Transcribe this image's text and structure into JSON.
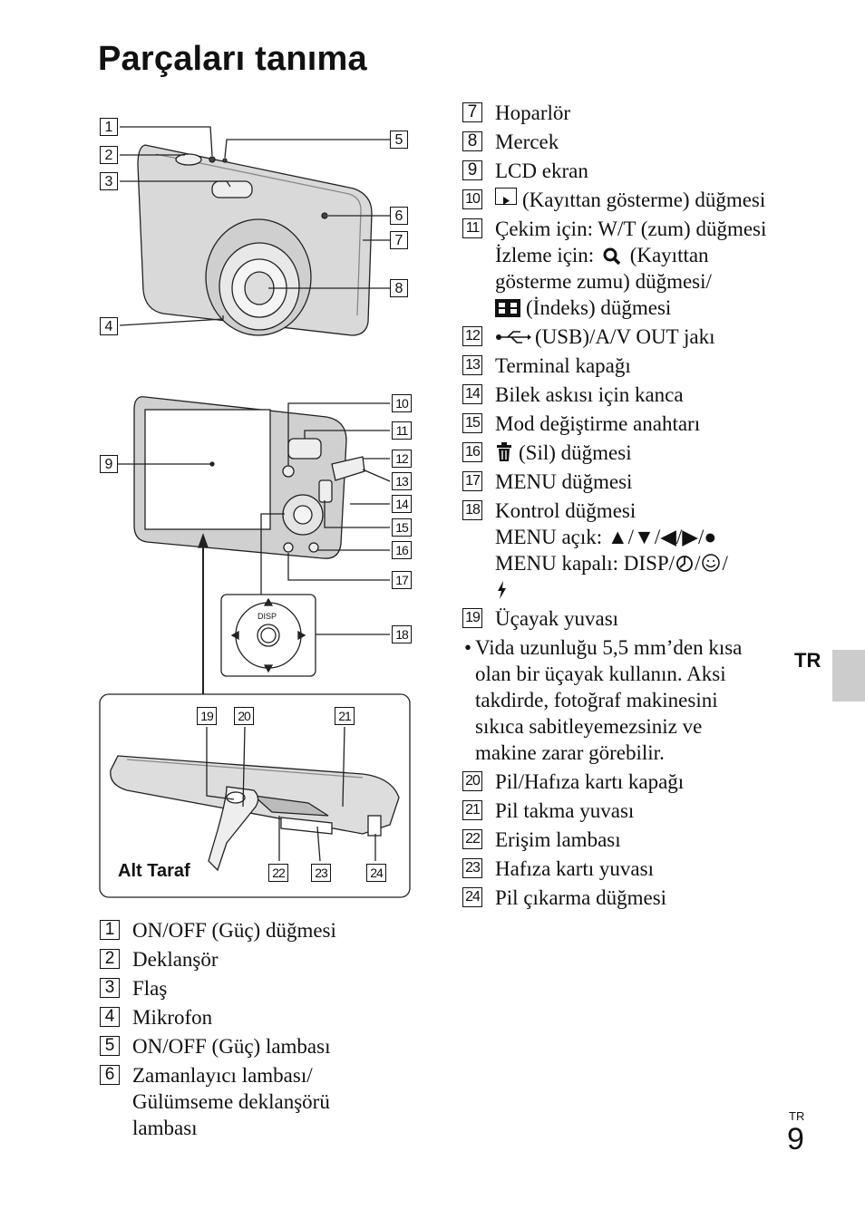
{
  "page": {
    "title": "Parçaları tanıma",
    "lang_tab": "TR",
    "page_lang": "TR",
    "page_number": "9"
  },
  "figure": {
    "bottom_label": "Alt Taraf",
    "disp_label": "DISP",
    "callouts": [
      "1",
      "2",
      "3",
      "4",
      "5",
      "6",
      "7",
      "8",
      "9",
      "10",
      "11",
      "12",
      "13",
      "14",
      "15",
      "16",
      "17",
      "18",
      "19",
      "20",
      "21",
      "22",
      "23",
      "24"
    ]
  },
  "left_list": [
    {
      "n": "1",
      "text": "ON/OFF (Güç) düğmesi"
    },
    {
      "n": "2",
      "text": "Deklanşör"
    },
    {
      "n": "3",
      "text": "Flaş"
    },
    {
      "n": "4",
      "text": "Mikrofon"
    },
    {
      "n": "5",
      "text": "ON/OFF (Güç) lambası"
    },
    {
      "n": "6",
      "text": "Zamanlayıcı lambası/ Gülümseme deklanşörü lambası"
    }
  ],
  "right_list": {
    "i7": "Hoparlör",
    "i8": "Mercek",
    "i9": "LCD ekran",
    "i10": "(Kayıttan gösterme) düğmesi",
    "i11_a": "Çekim için: W/T (zum) düğmesi",
    "i11_b": "İzleme için:",
    "i11_c": "(Kayıttan gösterme zumu) düğmesi/",
    "i11_d": "(İndeks) düğmesi",
    "i12": "(USB)/A/V OUT jakı",
    "i13": "Terminal kapağı",
    "i14": "Bilek askısı için kanca",
    "i15": "Mod değiştirme anahtarı",
    "i16": "(Sil) düğmesi",
    "i17": "MENU düğmesi",
    "i18_a": "Kontrol düğmesi",
    "i18_b": "MENU açık: ▲/▼/◀/▶/●",
    "i18_c": "MENU kapalı: DISP/",
    "i19": "Üçayak yuvası",
    "note": "Vida uzunluğu 5,5 mm’den kısa olan bir üçayak kullanın. Aksi takdirde, fotoğraf makinesini sıkıca sabitleyemezsiniz ve makine zarar görebilir.",
    "i20": "Pil/Hafıza kartı kapağı",
    "i21": "Pil takma yuvası",
    "i22": "Erişim lambası",
    "i23": "Hafıza kartı yuvası",
    "i24": "Pil çıkarma düğmesi"
  },
  "icons": [
    "play-icon",
    "zoom-magnifier-icon",
    "index-grid-icon",
    "usb-icon",
    "trash-icon",
    "self-timer-icon",
    "smile-icon",
    "flash-icon"
  ]
}
